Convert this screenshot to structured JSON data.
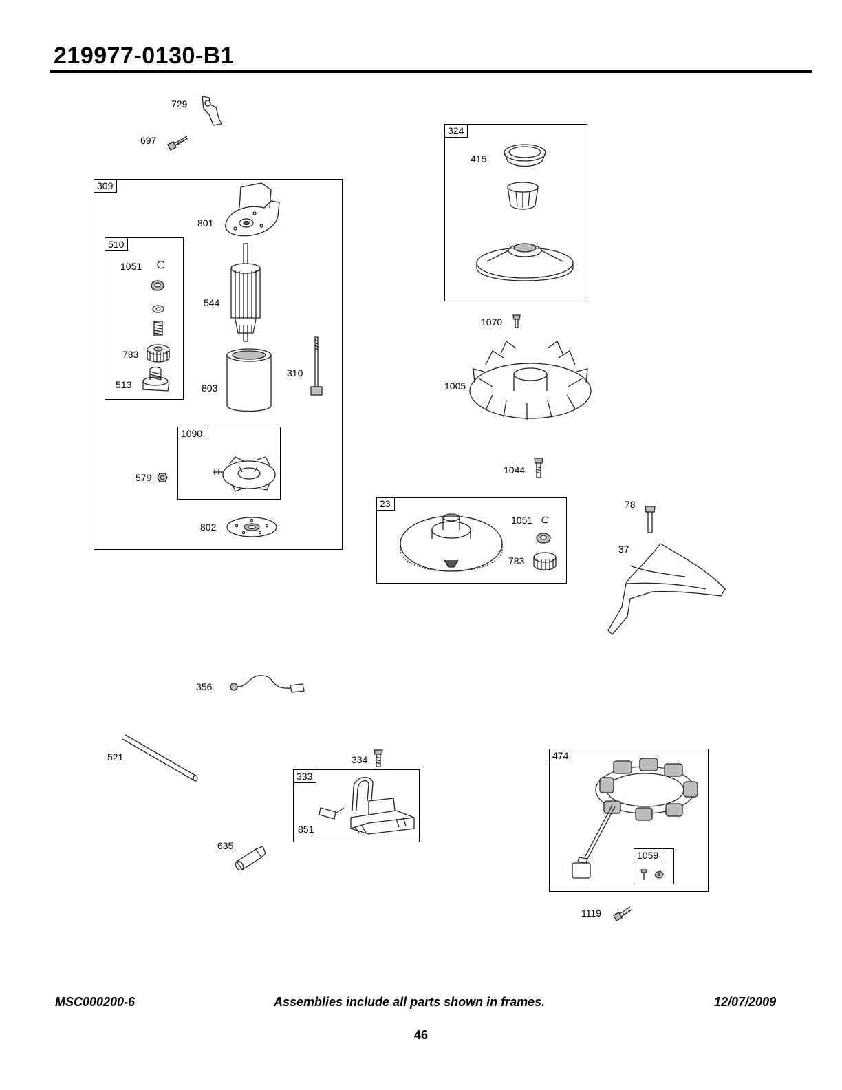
{
  "header": {
    "title": "219977-0130-B1"
  },
  "frames": {
    "f309": "309",
    "f510": "510",
    "f1090": "1090",
    "f324": "324",
    "f23": "23",
    "f333": "333",
    "f474": "474",
    "f1059": "1059"
  },
  "labels": {
    "p729": "729",
    "p697": "697",
    "p801": "801",
    "p1051a": "1051",
    "p544": "544",
    "p783a": "783",
    "p513": "513",
    "p803": "803",
    "p310": "310",
    "p579": "579",
    "p802": "802",
    "p415": "415",
    "p1070": "1070",
    "p1005": "1005",
    "p1044": "1044",
    "p1051b": "1051",
    "p783b": "783",
    "p78": "78",
    "p37": "37",
    "p356": "356",
    "p521": "521",
    "p334": "334",
    "p851": "851",
    "p635": "635",
    "p1119": "1119"
  },
  "footer": {
    "left": "MSC000200-6",
    "center": "Assemblies include all parts shown in frames.",
    "right": "12/07/2009",
    "page": "46"
  }
}
